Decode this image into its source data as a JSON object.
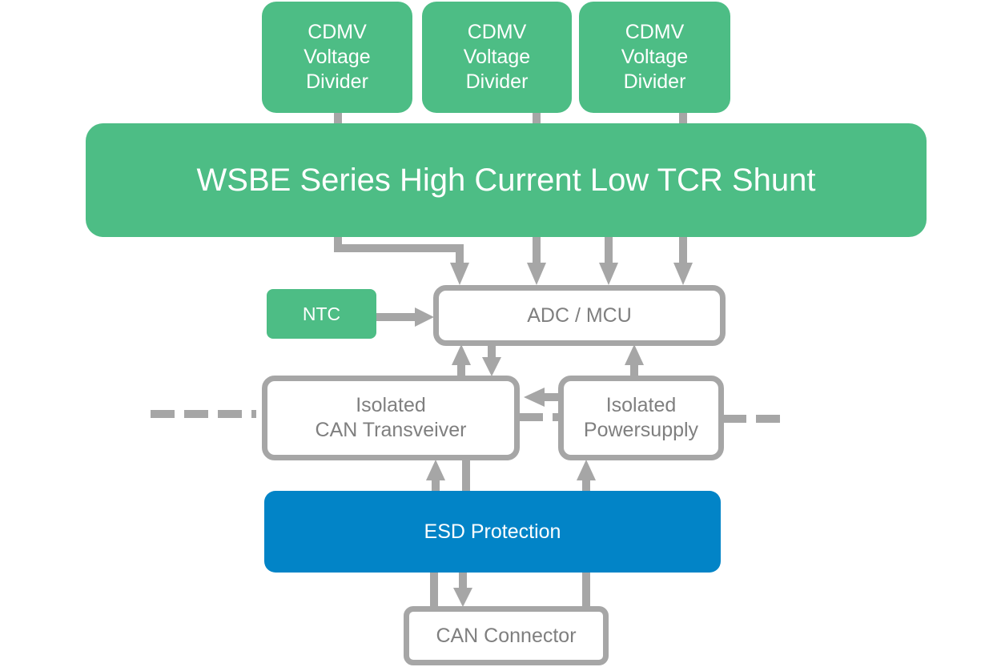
{
  "diagram": {
    "title": "WSBE Series High Current Low TCR Shunt block diagram",
    "colors": {
      "green": "#4dbd85",
      "blue": "#0284c7",
      "connector_gray": "#a6a6a6",
      "text_gray": "#7f7f7f"
    },
    "nodes": {
      "divider1": "CDMV\nVoltage\nDivider",
      "divider2": "CDMV\nVoltage\nDivider",
      "divider3": "CDMV\nVoltage\nDivider",
      "shunt": "WSBE Series High Current Low TCR Shunt",
      "ntc": "NTC",
      "adc": "ADC / MCU",
      "can_transceiver": "Isolated\nCAN Transveiver",
      "power_supply": "Isolated\nPowersupply",
      "esd": "ESD Protection",
      "can_connector": "CAN Connector"
    },
    "edges": [
      {
        "from": "divider1",
        "to": "shunt"
      },
      {
        "from": "divider2",
        "to": "shunt"
      },
      {
        "from": "divider3",
        "to": "shunt"
      },
      {
        "from": "shunt",
        "to": "adc"
      },
      {
        "from": "ntc",
        "to": "adc"
      },
      {
        "from": "can_transceiver",
        "to": "adc"
      },
      {
        "from": "adc",
        "to": "can_transceiver"
      },
      {
        "from": "power_supply",
        "to": "adc"
      },
      {
        "from": "power_supply",
        "to": "can_transceiver"
      },
      {
        "from": "esd",
        "to": "can_transceiver"
      },
      {
        "from": "esd",
        "to": "power_supply"
      },
      {
        "from": "esd",
        "to": "can_connector"
      },
      {
        "from": "can_transceiver",
        "to": "can_connector"
      }
    ]
  }
}
